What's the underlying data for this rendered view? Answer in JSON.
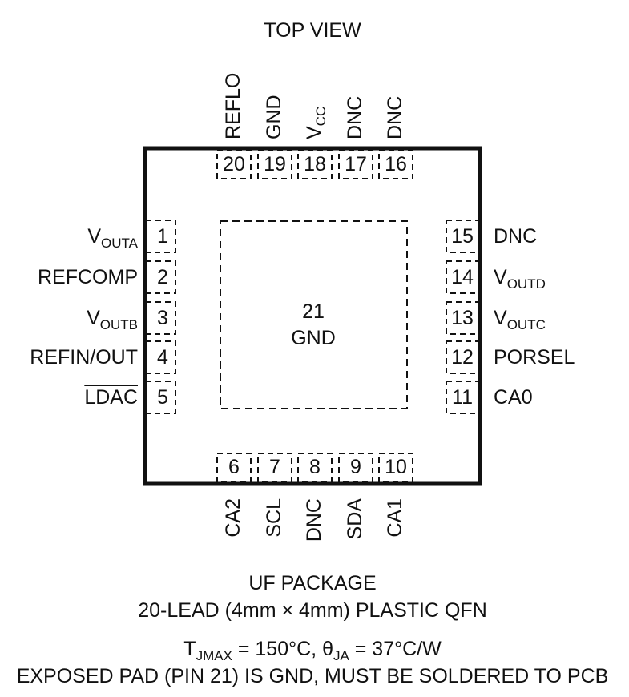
{
  "title": "TOP VIEW",
  "exposed_pad": {
    "number": "21",
    "name": "GND"
  },
  "pins": [
    {
      "num": "1",
      "name": "V",
      "sub": "OUTA",
      "side": "left"
    },
    {
      "num": "2",
      "name": "REFCOMP",
      "side": "left"
    },
    {
      "num": "3",
      "name": "V",
      "sub": "OUTB",
      "side": "left"
    },
    {
      "num": "4",
      "name": "REFIN/OUT",
      "side": "left"
    },
    {
      "num": "5",
      "name": "LDAC",
      "overbar": true,
      "side": "left"
    },
    {
      "num": "6",
      "name": "CA2",
      "side": "bottom"
    },
    {
      "num": "7",
      "name": "SCL",
      "side": "bottom"
    },
    {
      "num": "8",
      "name": "DNC",
      "side": "bottom"
    },
    {
      "num": "9",
      "name": "SDA",
      "side": "bottom"
    },
    {
      "num": "10",
      "name": "CA1",
      "side": "bottom"
    },
    {
      "num": "11",
      "name": "CA0",
      "side": "right"
    },
    {
      "num": "12",
      "name": "PORSEL",
      "side": "right"
    },
    {
      "num": "13",
      "name": "V",
      "sub": "OUTC",
      "side": "right"
    },
    {
      "num": "14",
      "name": "V",
      "sub": "OUTD",
      "side": "right"
    },
    {
      "num": "15",
      "name": "DNC",
      "side": "right"
    },
    {
      "num": "16",
      "name": "DNC",
      "side": "top"
    },
    {
      "num": "17",
      "name": "DNC",
      "side": "top"
    },
    {
      "num": "18",
      "name": "V",
      "sub": "CC",
      "side": "top"
    },
    {
      "num": "19",
      "name": "GND",
      "side": "top"
    },
    {
      "num": "20",
      "name": "REFLO",
      "side": "top"
    }
  ],
  "package": {
    "name": "UF PACKAGE",
    "description": "20-LEAD (4mm × 4mm) PLASTIC QFN"
  },
  "thermal": {
    "tj_symbol": "T",
    "tj_sub": "JMAX",
    "tj_value": " = 150°C, ",
    "theta_symbol": "θ",
    "theta_sub": "JA",
    "theta_value": " = 37°C/W"
  },
  "note": "EXPOSED PAD (PIN 21) IS GND, MUST BE SOLDERED TO PCB"
}
